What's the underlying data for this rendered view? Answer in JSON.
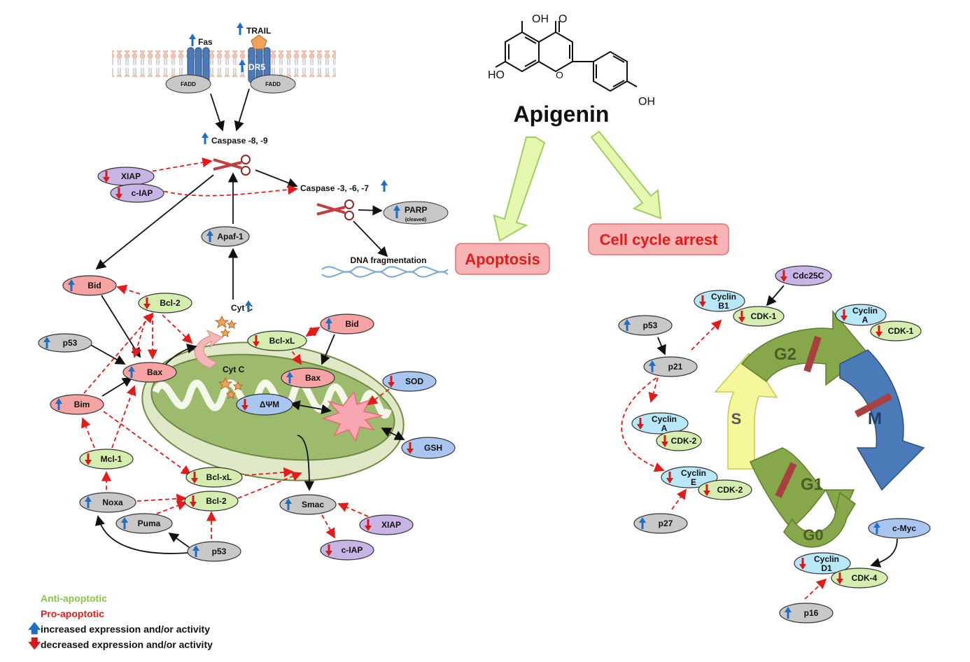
{
  "title": "Apigenin",
  "outcomes": {
    "apoptosis": "Apoptosis",
    "cell_cycle_arrest": "Cell cycle arrest"
  },
  "molecule": {
    "oh_top": "OH",
    "o_top": "O",
    "oh_left": "HO",
    "oh_right": "OH"
  },
  "membrane": {
    "fas": "Fas",
    "trail": "TRAIL",
    "dr5": "DR5",
    "fadd": "FADD"
  },
  "caspases": {
    "initiator": "Caspase -8, -9",
    "executioner": "Caspase -3, -6, -7"
  },
  "dna_fragmentation": "DNA fragmentation",
  "parp": {
    "name": "PARP",
    "note": "(cleaved)"
  },
  "cyt_c": "Cyt C",
  "delta_psi": "ΔΨM",
  "phases": {
    "g2": "G2",
    "s": "S",
    "m": "M",
    "g1": "G1",
    "g0": "G0"
  },
  "legend": {
    "anti": "Anti-apoptotic",
    "pro": "Pro-apoptotic",
    "up": "increased expression and/or activity",
    "down": "decreased expression and/or activity"
  },
  "colors": {
    "pro": "#f5a3a3",
    "anti": "#d6edb0",
    "neutral": "#c8c8c8",
    "iap": "#c9b4e6",
    "ros_ox": "#a9c6f0",
    "cyclin": "#b8e8f8",
    "up_arrow": "#1d6fc4",
    "down_arrow": "#d61a1a",
    "mito": "#8aa85a",
    "g_phase": "#86a84a",
    "s_phase": "#f6f69a",
    "m_phase": "#4a7ab8"
  },
  "nodes": [
    {
      "id": "xiap1",
      "label": "XIAP",
      "type": "iap",
      "dir": "down"
    },
    {
      "id": "ciap1",
      "label": "c-IAP",
      "type": "iap",
      "dir": "down"
    },
    {
      "id": "parp",
      "label": "PARP",
      "type": "neutral",
      "dir": "up"
    },
    {
      "id": "apaf1",
      "label": "Apaf-1",
      "type": "neutral",
      "dir": "up"
    },
    {
      "id": "bid1",
      "label": "Bid",
      "type": "pro",
      "dir": "up"
    },
    {
      "id": "bcl2a",
      "label": "Bcl-2",
      "type": "anti",
      "dir": "down"
    },
    {
      "id": "p53a",
      "label": "p53",
      "type": "neutral",
      "dir": "up"
    },
    {
      "id": "bax1",
      "label": "Bax",
      "type": "pro",
      "dir": "up"
    },
    {
      "id": "bim",
      "label": "Bim",
      "type": "pro",
      "dir": "up"
    },
    {
      "id": "mcl1",
      "label": "Mcl-1",
      "type": "anti",
      "dir": "down"
    },
    {
      "id": "noxa",
      "label": "Noxa",
      "type": "neutral",
      "dir": "up"
    },
    {
      "id": "puma",
      "label": "Puma",
      "type": "neutral",
      "dir": "up"
    },
    {
      "id": "p53b",
      "label": "p53",
      "type": "neutral",
      "dir": "up"
    },
    {
      "id": "bcl2b",
      "label": "Bcl-2",
      "type": "anti",
      "dir": "down"
    },
    {
      "id": "bclxl2",
      "label": "Bcl-xL",
      "type": "anti",
      "dir": "down"
    },
    {
      "id": "bclxl1",
      "label": "Bcl-xL",
      "type": "anti",
      "dir": "down"
    },
    {
      "id": "bid2",
      "label": "Bid",
      "type": "pro",
      "dir": "up"
    },
    {
      "id": "bax2",
      "label": "Bax",
      "type": "pro",
      "dir": "up"
    },
    {
      "id": "sod",
      "label": "SOD",
      "type": "ros_ox",
      "dir": "down"
    },
    {
      "id": "dpsi",
      "label": "ΔΨM",
      "type": "ros_ox",
      "dir": "down"
    },
    {
      "id": "gsh",
      "label": "GSH",
      "type": "ros_ox",
      "dir": "down"
    },
    {
      "id": "smac",
      "label": "Smac",
      "type": "neutral",
      "dir": "up"
    },
    {
      "id": "xiap2",
      "label": "XIAP",
      "type": "iap",
      "dir": "down"
    },
    {
      "id": "ciap2",
      "label": "c-IAP",
      "type": "iap",
      "dir": "down"
    },
    {
      "id": "cdc25c",
      "label": "Cdc25C",
      "type": "iap",
      "dir": "down"
    },
    {
      "id": "cycb1",
      "label": "Cyclin B1",
      "type": "cyclin",
      "dir": "down"
    },
    {
      "id": "cdk1a",
      "label": "CDK-1",
      "type": "anti",
      "dir": "down"
    },
    {
      "id": "cyca1",
      "label": "Cyclin A",
      "type": "cyclin",
      "dir": "down"
    },
    {
      "id": "cdk1b",
      "label": "CDK-1",
      "type": "anti",
      "dir": "down"
    },
    {
      "id": "p53c",
      "label": "p53",
      "type": "neutral",
      "dir": "up"
    },
    {
      "id": "p21",
      "label": "p21",
      "type": "neutral",
      "dir": "up"
    },
    {
      "id": "cyca2",
      "label": "Cyclin A",
      "type": "cyclin",
      "dir": "down"
    },
    {
      "id": "cdk2a",
      "label": "CDK-2",
      "type": "anti",
      "dir": "down"
    },
    {
      "id": "cyce",
      "label": "Cyclin E",
      "type": "cyclin",
      "dir": "down"
    },
    {
      "id": "cdk2b",
      "label": "CDK-2",
      "type": "anti",
      "dir": "down"
    },
    {
      "id": "p27",
      "label": "p27",
      "type": "neutral",
      "dir": "up"
    },
    {
      "id": "cmyc",
      "label": "c-Myc",
      "type": "ros_ox",
      "dir": "up"
    },
    {
      "id": "cycd1",
      "label": "Cyclin D1",
      "type": "cyclin",
      "dir": "down"
    },
    {
      "id": "cdk4",
      "label": "CDK-4",
      "type": "anti",
      "dir": "down"
    },
    {
      "id": "p16",
      "label": "p16",
      "type": "neutral",
      "dir": "up"
    }
  ]
}
